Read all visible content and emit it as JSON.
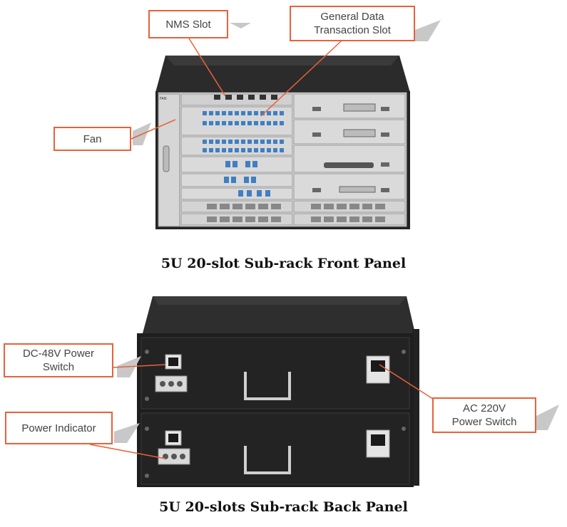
{
  "front": {
    "caption": "5U 20-slot Sub-rack Front Panel",
    "callouts": {
      "nms": "NMS Slot",
      "general_line1": "General Data",
      "general_line2": "Transaction Slot",
      "fan": "Fan"
    }
  },
  "back": {
    "caption": "5U 20-slots Sub-rack Back Panel",
    "callouts": {
      "dc_line1": "DC-48V Power",
      "dc_line2": "Switch",
      "power_indicator": "Power Indicator",
      "ac_line1": "AC 220V",
      "ac_line2": "Power Switch"
    }
  },
  "colors": {
    "accent": "#e8623a",
    "chassis_dark": "#2a2a2a",
    "panel_light": "#dcdcdc"
  }
}
